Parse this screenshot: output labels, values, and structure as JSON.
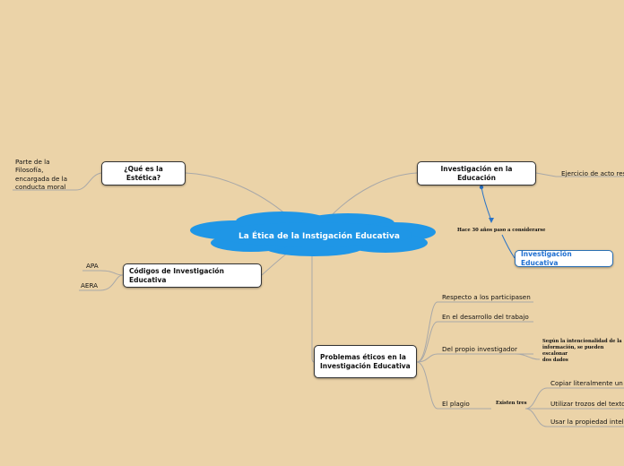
{
  "central_topic": "La Ética de la Instigación Educativa",
  "nodes": {
    "que_es_estetica": {
      "label": "¿Qué es la Estética?",
      "note": [
        "Parte de la",
        "Filosofía,",
        "encargada de la",
        "conducta moral"
      ]
    },
    "codigos": {
      "label": "Códigos de Investigación Educativa",
      "items": [
        "APA",
        "AERA"
      ]
    },
    "investigacion_educacion": {
      "label": "Investigación en la Educación",
      "item": "Ejercicio de acto res",
      "relation_label": "Hace 30 años paso a considerarse",
      "linked_node": "Investigación Educativa"
    },
    "problemas": {
      "label": "Problemas éticos en la Investigación Educativa",
      "items": {
        "participantes": "Respecto a los participasen",
        "desarrollo": "En el desarrollo del trabajo",
        "investigador": "Del propio investigador",
        "investigador_note": [
          "Según la intencionalidad de la",
          "información, se pueden escalonar",
          "dos dados"
        ],
        "plagio": "El plagio",
        "plagio_sub_label": "Existen tres",
        "plagio_types": [
          "Copiar literalmente un",
          "Utilizar trozos del texto",
          "Usar la propiedad intele"
        ]
      }
    }
  },
  "colors": {
    "background": "#ebd3a8",
    "cloud": "#1f96e6",
    "link": "#a8a8a8",
    "relation": "#2a73c6"
  }
}
